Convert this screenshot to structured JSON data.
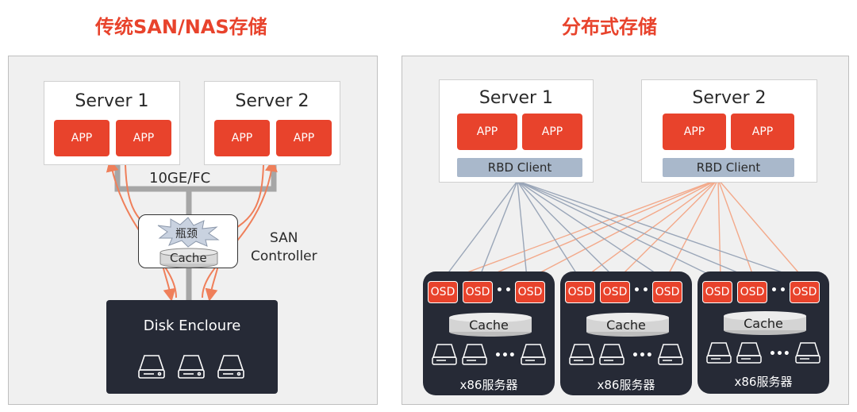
{
  "titles": {
    "left": "传统SAN/NAS存储",
    "right": "分布式存储"
  },
  "san": {
    "servers": [
      {
        "name": "Server 1",
        "apps": [
          "APP",
          "APP"
        ]
      },
      {
        "name": "Server 2",
        "apps": [
          "APP",
          "APP"
        ]
      }
    ],
    "network_label": "10GE/FC",
    "bottleneck_label": "瓶颈",
    "cache_label": "Cache",
    "controller_label_1": "SAN",
    "controller_label_2": "Controller",
    "enclosure_label": "Disk Encloure"
  },
  "distributed": {
    "servers": [
      {
        "name": "Server 1",
        "apps": [
          "APP",
          "APP"
        ],
        "client": "RBD Client"
      },
      {
        "name": "Server 2",
        "apps": [
          "APP",
          "APP"
        ],
        "client": "RBD Client"
      }
    ],
    "nodes": [
      {
        "osds": [
          "OSD",
          "OSD",
          "OSD"
        ],
        "cache": "Cache",
        "label": "x86服务器"
      },
      {
        "osds": [
          "OSD",
          "OSD",
          "OSD"
        ],
        "cache": "Cache",
        "label": "x86服务器"
      },
      {
        "osds": [
          "OSD",
          "OSD",
          "OSD"
        ],
        "cache": "Cache",
        "label": "x86服务器"
      }
    ]
  },
  "colors": {
    "accent": "#e8432c",
    "dark": "#262a36",
    "panel_bg": "#f0f0f0",
    "client_arrow": "#9aa6b8",
    "server2_arrow": "#f3a98a",
    "san_arrow": "#ef7f5a"
  },
  "icons": [
    "starburst-icon",
    "cache-cylinder-icon",
    "hard-disk-icon"
  ]
}
